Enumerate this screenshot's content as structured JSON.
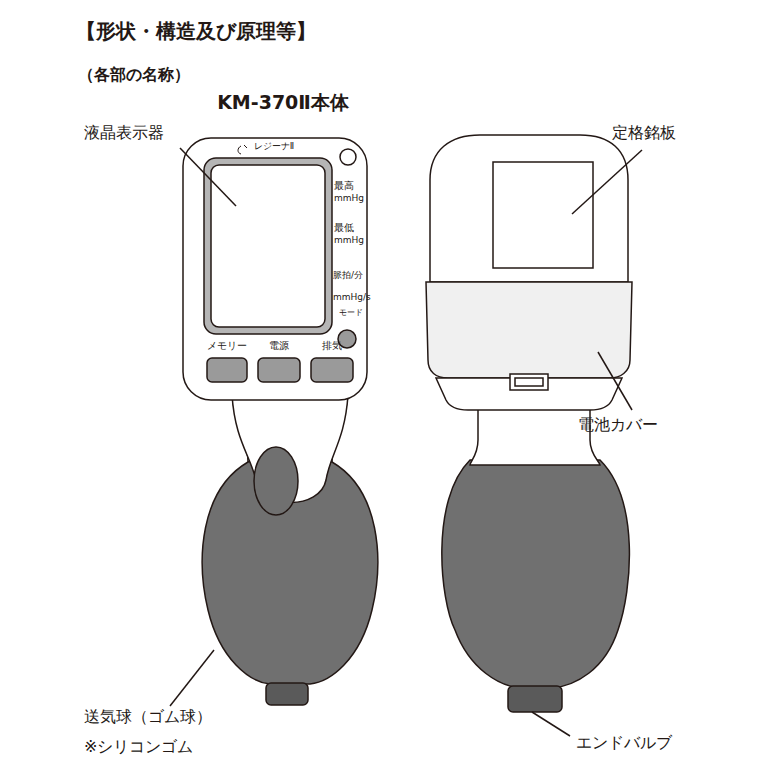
{
  "diagram": {
    "title": "【形状・構造及び原理等】",
    "labels": [
      "（各部の名称）",
      "KM-370Ⅱ本体",
      "液晶表示器",
      "定格銘板",
      "レジーナⅡ",
      "最高",
      "mmHg",
      "最低",
      "mmHg",
      "脈拍/分",
      "mmHg/s",
      "モード",
      "メモリー",
      "電源",
      "排気",
      "電池カバー",
      "送気球（ゴム球）",
      "※シリコンゴム",
      "エンドバルブ"
    ]
  }
}
